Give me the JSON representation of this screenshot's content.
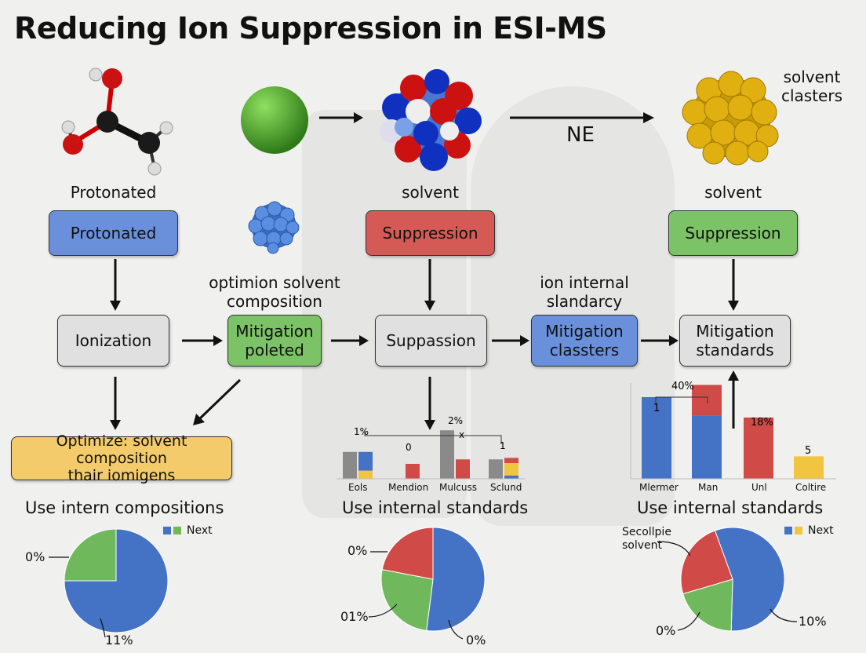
{
  "title": "Reducing Ion Suppression in ESI-MS",
  "labels": {
    "protonated": "Protonated",
    "solvent_mid": "solvent",
    "solvent_right": "solvent",
    "ne": "NE",
    "solvent_clasters": "solvent\nclasters",
    "optimion": "optimion solvent\ncomposition",
    "ion_internal": "ion internal\nslandarcy"
  },
  "boxes": {
    "protonated": "Protonated",
    "suppression_red": "Suppression",
    "suppression_green": "Suppression",
    "ionization": "Ionization",
    "mitigation_poleted": "Mitigation\npoleted",
    "suppassion": "Suppassion",
    "mitigation_classters": "Mitigation\nclassters",
    "mitigation_standards": "Mitigation\nstandards",
    "optimize": "Optimize: solvent composition\nthair iomigens"
  },
  "captions": {
    "left": "Use intern compositions",
    "mid": "Use internal standards",
    "right": "Use internal standards"
  },
  "legends": {
    "left": "Next",
    "right": "Next"
  },
  "pie_labels": {
    "left_a": "0%",
    "left_b": "11%",
    "mid_a": "0%",
    "mid_b": "01%",
    "mid_c": "0%",
    "right_a": "Secollpie\nsolvent",
    "right_b": "0%",
    "right_c": "10%"
  },
  "colors": {
    "blue": "#4472c4",
    "red": "#d04b48",
    "green": "#70b85c",
    "yellow": "#f2c540",
    "gray": "#8a8a8a"
  },
  "chart_data": [
    {
      "type": "bar",
      "categories": [
        "Eols",
        "Mendion",
        "Mulcuss",
        "Sclund"
      ],
      "series": [
        {
          "values": [
            36,
            0,
            65,
            26
          ]
        },
        {
          "values": [
            36,
            20,
            26,
            28
          ]
        }
      ],
      "annotations": [
        "1%",
        "0",
        "2%",
        "x",
        "1"
      ]
    },
    {
      "type": "bar",
      "categories": [
        "Mlermer",
        "Man",
        "Unl",
        "Coltire"
      ],
      "series": [
        {
          "values": [
            80,
            62,
            0,
            0
          ]
        },
        {
          "values": [
            0,
            30,
            60,
            22
          ]
        }
      ],
      "annotations": [
        "40%",
        "1",
        "18%",
        "5"
      ]
    },
    {
      "type": "pie",
      "slices": [
        {
          "value": 75
        },
        {
          "value": 25
        }
      ]
    },
    {
      "type": "pie",
      "slices": [
        {
          "value": 52
        },
        {
          "value": 26
        },
        {
          "value": 22
        }
      ]
    },
    {
      "type": "pie",
      "slices": [
        {
          "value": 56
        },
        {
          "value": 20
        },
        {
          "value": 24
        }
      ]
    }
  ]
}
